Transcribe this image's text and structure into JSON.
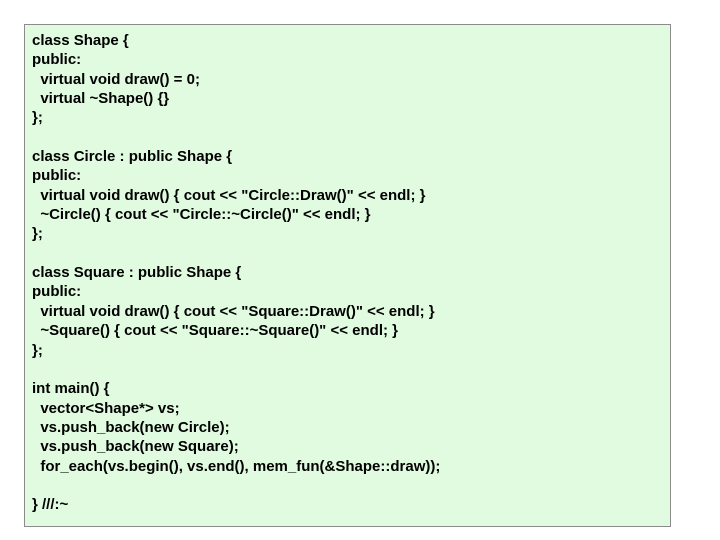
{
  "code_listing": {
    "lines": [
      "class Shape {",
      "public:",
      "  virtual void draw() = 0;",
      "  virtual ~Shape() {}",
      "};",
      "",
      "class Circle : public Shape {",
      "public:",
      "  virtual void draw() { cout << \"Circle::Draw()\" << endl; }",
      "  ~Circle() { cout << \"Circle::~Circle()\" << endl; }",
      "};",
      "",
      "class Square : public Shape {",
      "public:",
      "  virtual void draw() { cout << \"Square::Draw()\" << endl; }",
      "  ~Square() { cout << \"Square::~Square()\" << endl; }",
      "};",
      "",
      "int main() {",
      "  vector<Shape*> vs;",
      "  vs.push_back(new Circle);",
      "  vs.push_back(new Square);",
      "  for_each(vs.begin(), vs.end(), mem_fun(&Shape::draw));",
      "",
      "} ///:~"
    ]
  },
  "colors": {
    "box_background": "#e0fbe0",
    "box_border": "#8c8c8c",
    "text": "#000000"
  }
}
